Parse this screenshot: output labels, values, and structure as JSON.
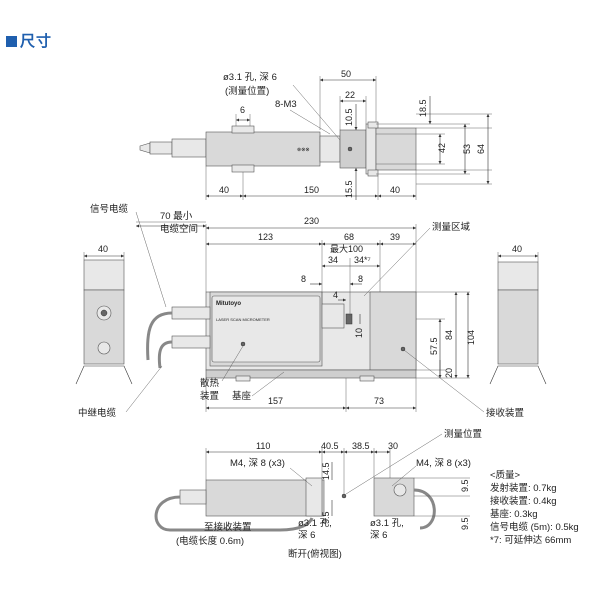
{
  "title": "尺寸",
  "colors": {
    "title": "#1f5fae",
    "body": "#d9d9d9"
  },
  "top_view": {
    "hole_note": "ø3.1 孔, 深 6",
    "measure_pos": "(测量位置)",
    "screw": "8-M3",
    "d6": "6",
    "d50": "50",
    "d22": "22",
    "d10_5": "10.5",
    "d18_5": "18.5",
    "d42": "42",
    "d53": "53",
    "d64": "64",
    "d15_5": "15.5",
    "d40a": "40",
    "d150": "150",
    "d40b": "40"
  },
  "front_view": {
    "signal_cable": "信号电缆",
    "cable_space_1": "70 最小",
    "cable_space_2": "电缆空间",
    "relay_cable": "中继电缆",
    "heat_sink_1": "散热",
    "heat_sink_2": "装置",
    "base": "基座",
    "receiver": "接收装置",
    "measure_area": "测量区域",
    "d230": "230",
    "d123": "123",
    "d68": "68",
    "d39": "39",
    "max100": "最大100",
    "d34a": "34",
    "d34b": "34*⁷",
    "d8a": "8",
    "d8b": "8",
    "d4": "4",
    "d10": "10",
    "d57_5": "57.5",
    "d84": "84",
    "d104": "104",
    "d20": "20",
    "d157": "157",
    "d73": "73",
    "d40_left": "40",
    "d40_right": "40",
    "brand": "Mitutoyo",
    "model": "LASER SCAN MICROMETER"
  },
  "bottom_view": {
    "d110": "110",
    "d40_5": "40.5",
    "d38_5": "38.5",
    "d30": "30",
    "measure_pos": "测量位置",
    "m4_left": "M4, 深 8 (x3)",
    "m4_right": "M4, 深 8 (x3)",
    "d14_5": "14.5",
    "d9_5a": "9.5",
    "d9_5b": "9.5",
    "d9_5c": "9.5",
    "hole_left_1": "ø3.1 孔,",
    "hole_left_2": "深 6",
    "hole_right_1": "ø3.1 孔,",
    "hole_right_2": "深 6",
    "to_receiver": "至接收装置",
    "cable_len": "(电缆长度 0.6m)",
    "section": "断开(俯视图)"
  },
  "notes": {
    "mass_title": "<质量>",
    "emitter": "发射装置: 0.7kg",
    "receiver": "接收装置: 0.4kg",
    "base": "基座: 0.3kg",
    "cable": "信号电缆 (5m): 0.5kg",
    "stroke": "*7: 可延伸达 66mm"
  }
}
